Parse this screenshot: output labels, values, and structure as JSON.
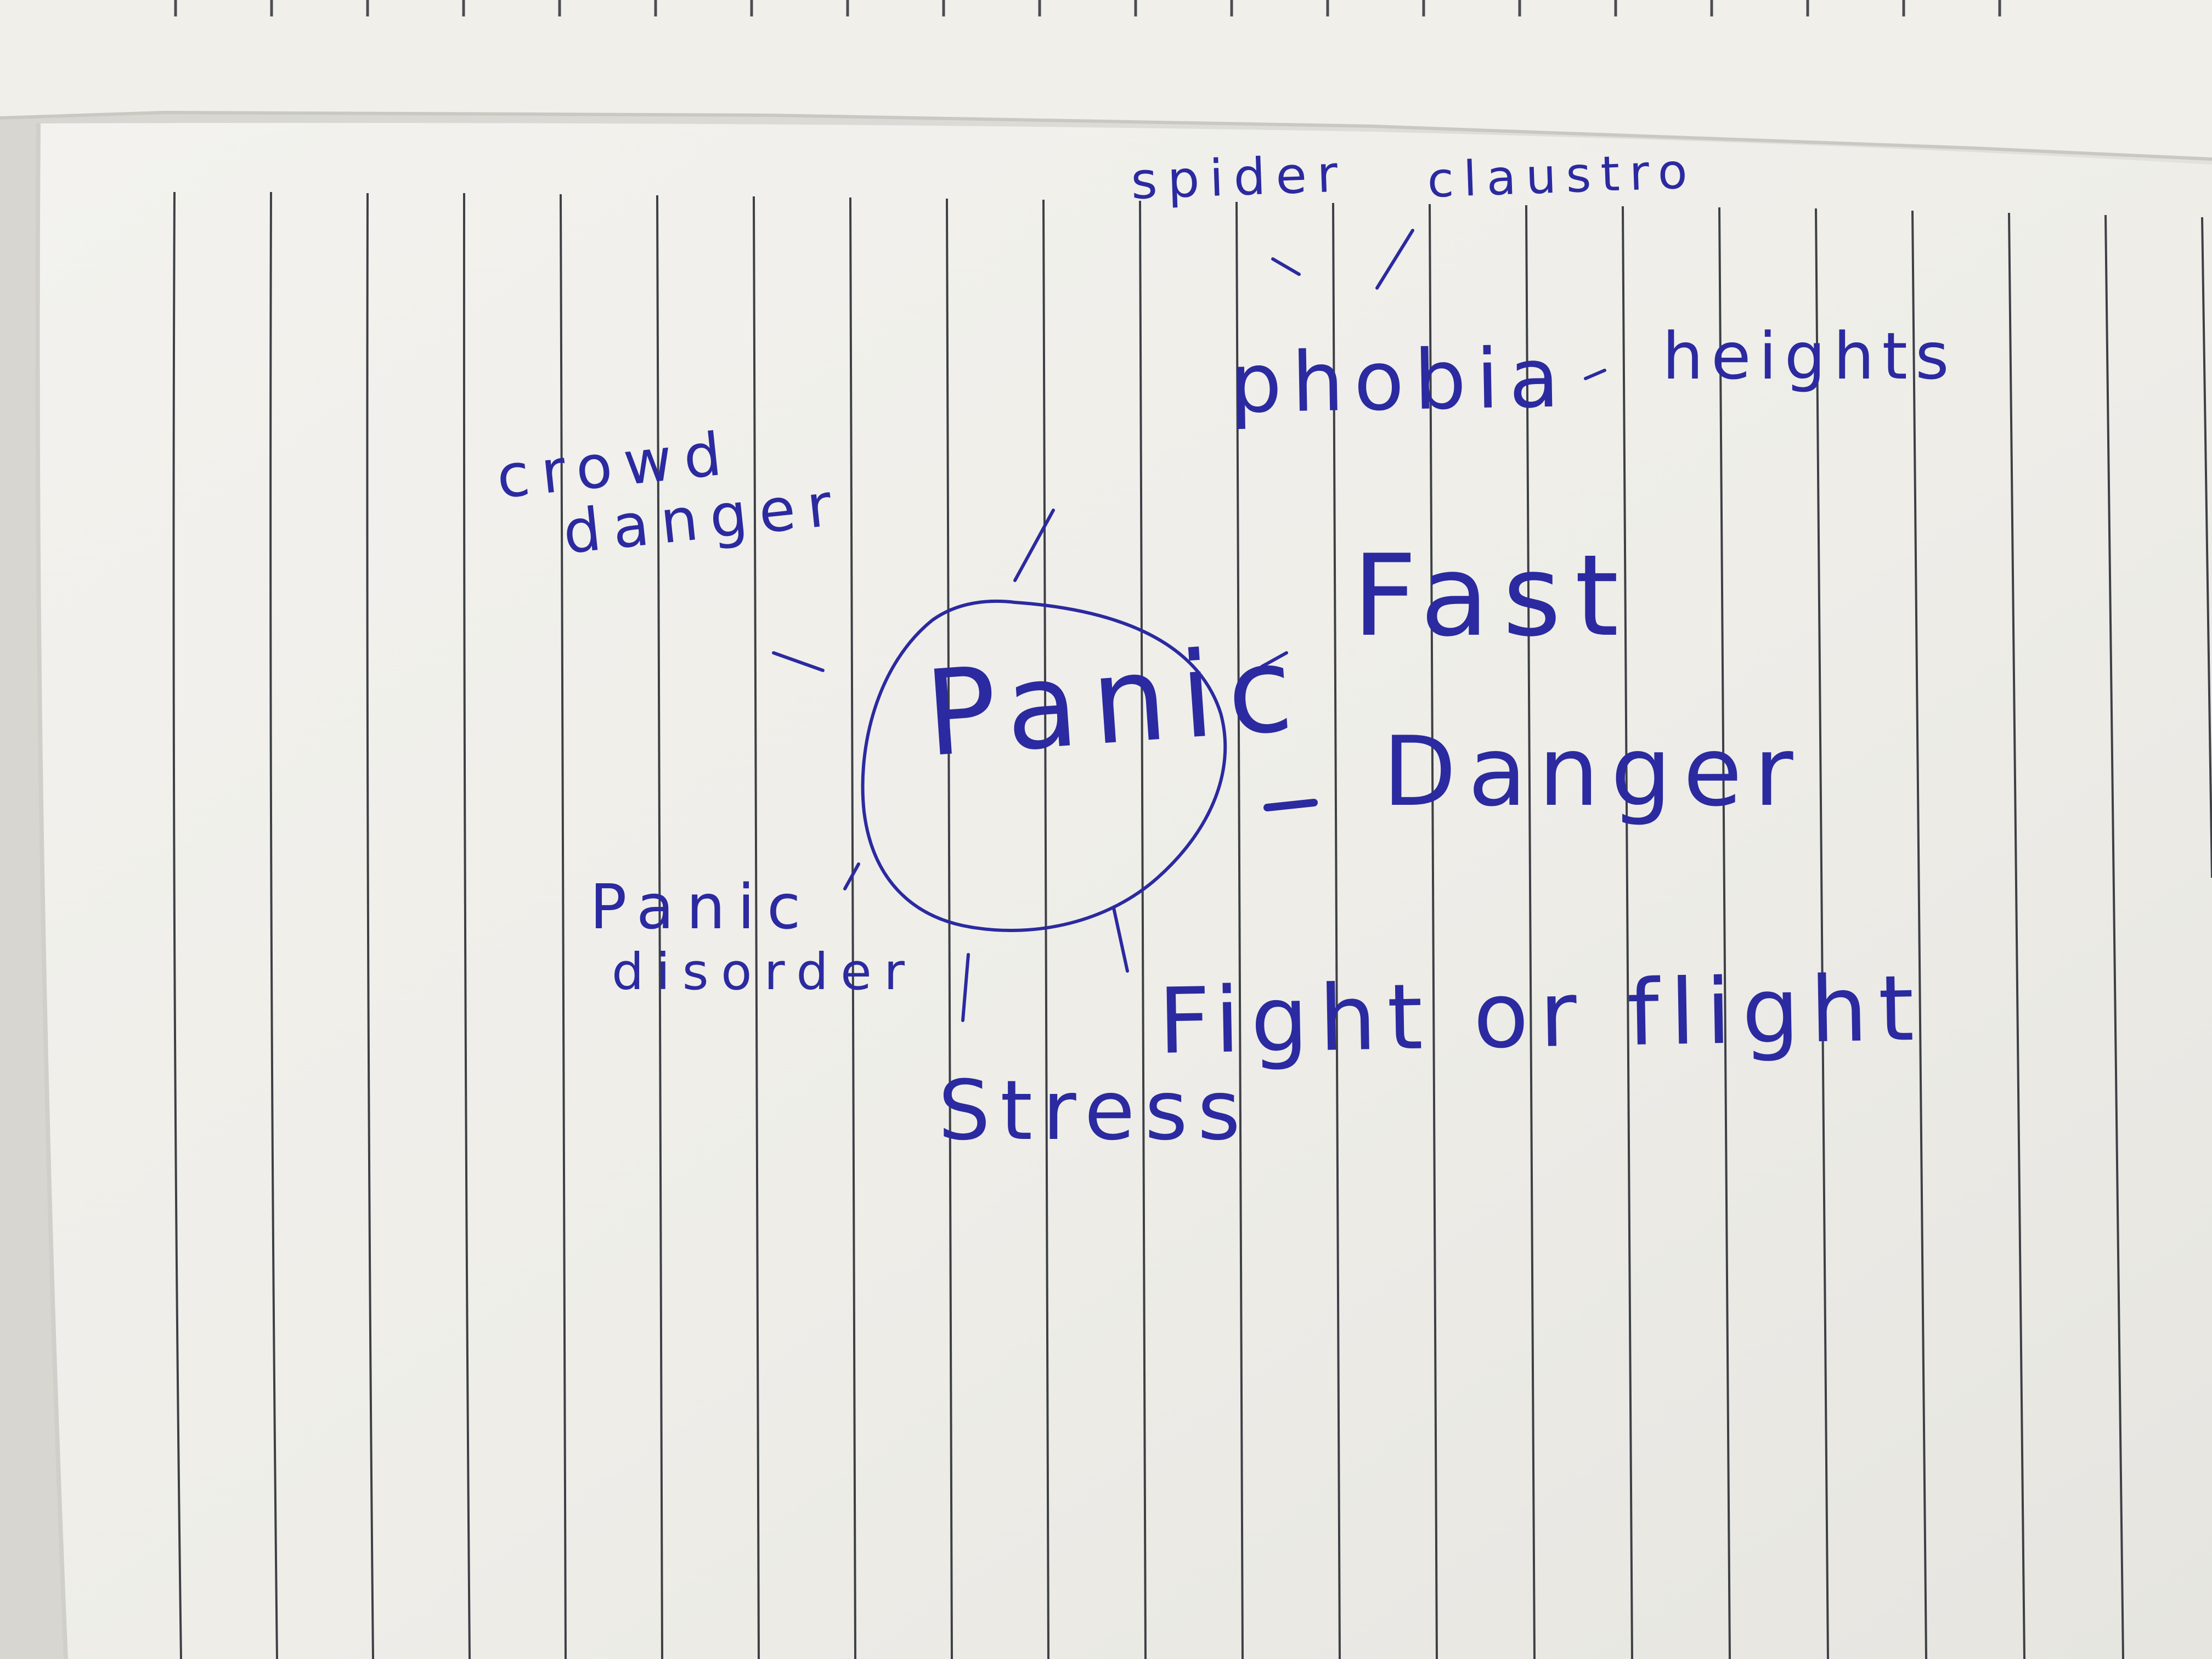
{
  "diagram": {
    "center": "Panic",
    "nodes": [
      {
        "id": "spider",
        "label": "spider"
      },
      {
        "id": "claustro",
        "label": "claustro"
      },
      {
        "id": "phobia",
        "label": "phobia"
      },
      {
        "id": "heights",
        "label": "heights"
      },
      {
        "id": "crowd_danger",
        "lines": [
          "crowd",
          "danger"
        ]
      },
      {
        "id": "fast",
        "label": "Fast"
      },
      {
        "id": "danger",
        "label": "Danger"
      },
      {
        "id": "panic_disorder",
        "lines": [
          "Panic",
          "disorder"
        ]
      },
      {
        "id": "stress",
        "label": "Stress"
      },
      {
        "id": "fight_or_flight",
        "label": "Fight or flight"
      }
    ],
    "connectors": [
      [
        "phobia",
        "spider"
      ],
      [
        "phobia",
        "claustro"
      ],
      [
        "phobia",
        "heights"
      ],
      [
        "Panic",
        "phobia"
      ],
      [
        "Panic",
        "crowd_danger"
      ],
      [
        "Panic",
        "fast"
      ],
      [
        "Panic",
        "danger"
      ],
      [
        "Panic",
        "panic_disorder"
      ],
      [
        "Panic",
        "stress"
      ],
      [
        "Panic",
        "fight_or_flight"
      ]
    ]
  },
  "colors": {
    "ink": "#2b2aa0",
    "paper": "#f1f0eb",
    "rule_line": "#3a3d42",
    "background": "#dcdbd6"
  }
}
